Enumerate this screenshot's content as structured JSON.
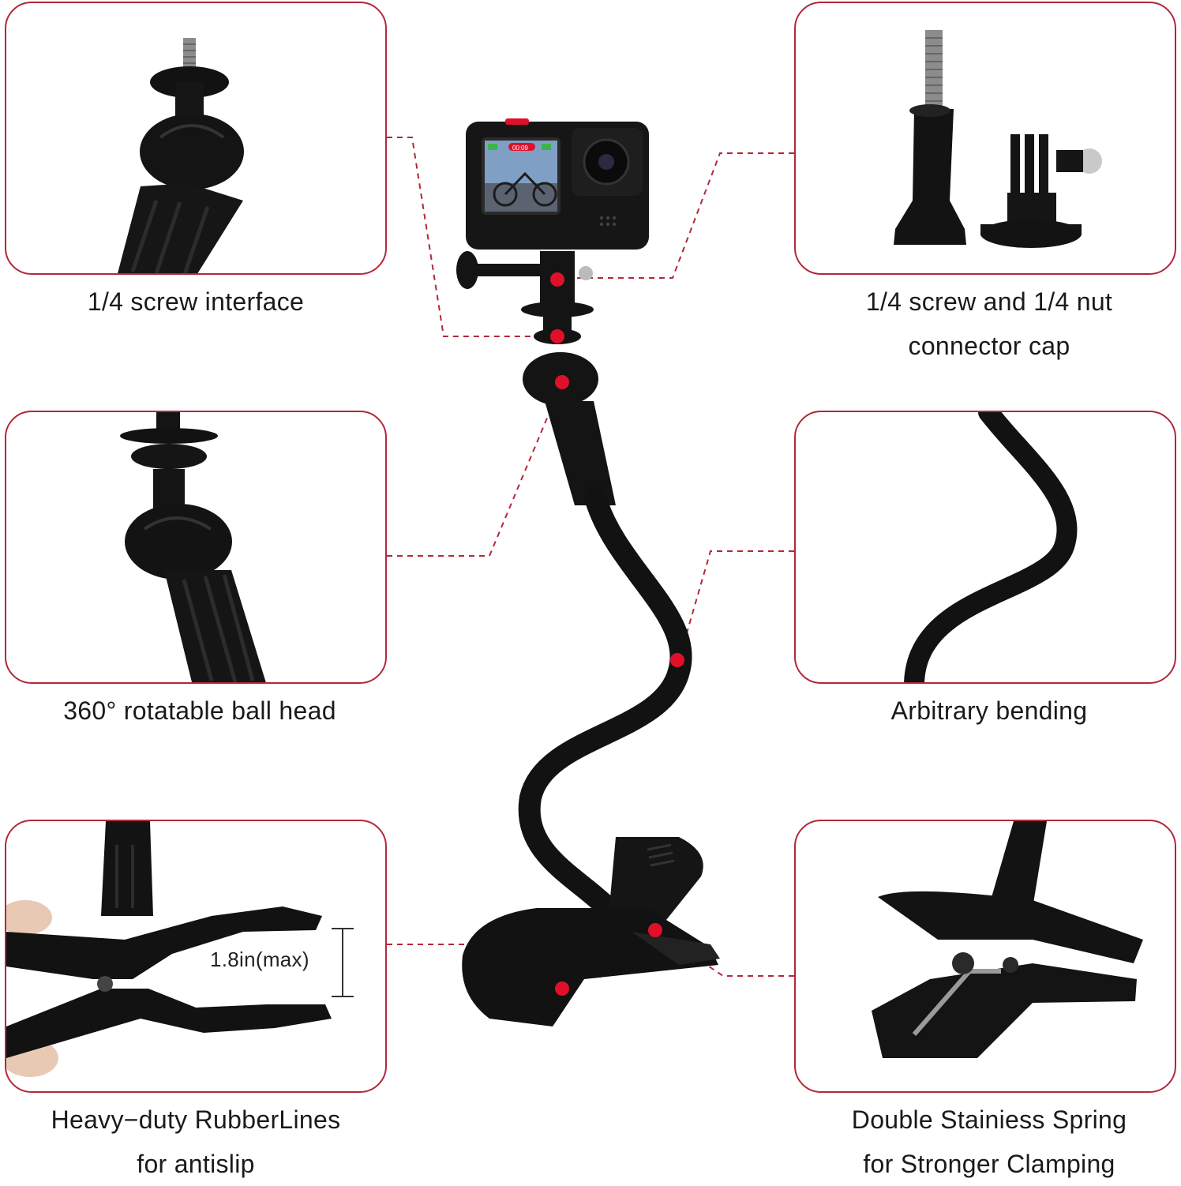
{
  "colors": {
    "accent": "#b2283a",
    "marker": "#e0102a",
    "product": "#111111",
    "background": "#ffffff"
  },
  "features": {
    "screw_interface": {
      "caption": "1/4 screw interface"
    },
    "screw_nut": {
      "caption_line1": "1/4 screw and 1/4 nut",
      "caption_line2": "connector cap"
    },
    "ball_head": {
      "caption": "360°   rotatable ball head"
    },
    "bending": {
      "caption": "Arbitrary bending"
    },
    "rubber_lines": {
      "caption_line1": "Heavy−duty RubberLines",
      "caption_line2": "for antislip",
      "measurement": "1.8in(max)"
    },
    "spring": {
      "caption_line1": "Double Stainiess Spring",
      "caption_line2": "for Stronger Clamping"
    }
  },
  "camera": {
    "screen_timer": "00:09"
  },
  "icons": [
    "camera-icon",
    "gooseneck-icon",
    "clamp-icon",
    "marker-dot-icon"
  ]
}
